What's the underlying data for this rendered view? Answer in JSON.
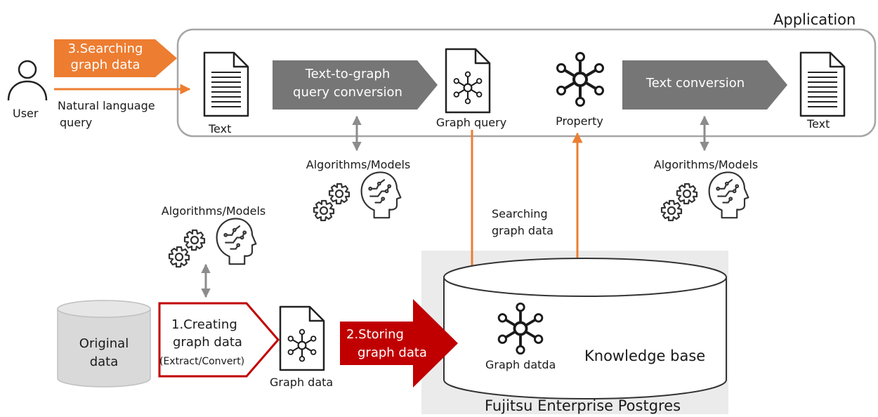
{
  "application": {
    "title": "Application"
  },
  "user": {
    "label": "User",
    "query_line1": "Natural language",
    "query_line2": "query"
  },
  "step3": {
    "line1": "3.Searching",
    "line2": "graph data"
  },
  "app_flow": {
    "text_in": "Text",
    "conversion_line1": "Text-to-graph",
    "conversion_line2": "query conversion",
    "graph_query": "Graph query",
    "property": "Property",
    "text_conversion": "Text conversion",
    "text_out": "Text"
  },
  "models": {
    "left": "Algorithms/Models",
    "middle": "Algorithms/Models",
    "right": "Algorithms/Models"
  },
  "search": {
    "line1": "Searching",
    "line2": "graph data"
  },
  "step1": {
    "line1": "1.Creating",
    "line2": "graph data",
    "line3": "(Extract/Convert)"
  },
  "original": {
    "line1": "Original",
    "line2": "data"
  },
  "graph_data_label": "Graph data",
  "step2": {
    "line1": "2.Storing",
    "line2": "graph data"
  },
  "database": {
    "graph_label": "Graph datda",
    "knowledge_base": "Knowledge base",
    "product": "Fujitsu Enterprise Postgres"
  },
  "colors": {
    "orange": "#ed7d31",
    "dark_red": "#c00000",
    "gray_arrow": "#767676",
    "db_panel": "#ebebeb",
    "cylinder": "#d9d9d9"
  }
}
